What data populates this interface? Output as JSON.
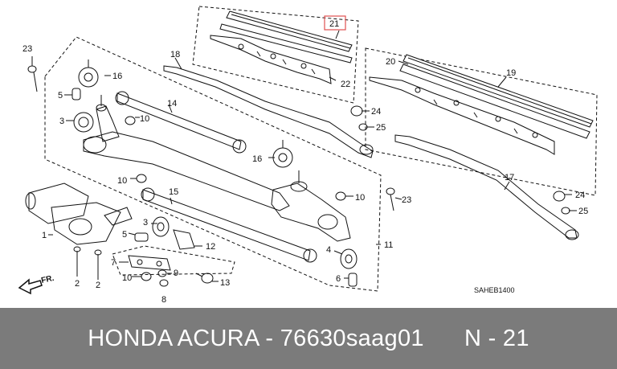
{
  "diagram": {
    "code": "SAHEB1400",
    "direction_label": "FR.",
    "callouts": {
      "c1": "1",
      "c2a": "2",
      "c2b": "2",
      "c3a": "3",
      "c3b": "3",
      "c4a": "4",
      "c5a": "5",
      "c5b": "5",
      "c6a": "6",
      "c7a": "7",
      "c8a": "8",
      "c9a": "9",
      "c10a": "10",
      "c10b": "10",
      "c10c": "10",
      "c10d": "10",
      "c11a": "11",
      "c12a": "12",
      "c13a": "13",
      "c14a": "14",
      "c15a": "15",
      "c16a": "16",
      "c16b": "16",
      "c17a": "17",
      "c18a": "18",
      "c19a": "19",
      "c20a": "20",
      "c21a": "21",
      "c22a": "22",
      "c23a": "23",
      "c23b": "23",
      "c24a": "24",
      "c24b": "24",
      "c25a": "25",
      "c25b": "25"
    }
  },
  "footer": {
    "brand": "HONDA ACURA",
    "separator": " - ",
    "part_number": "76630saag01",
    "ref_prefix": "N - ",
    "ref_number": "21"
  },
  "colors": {
    "footer_bg": "#7b7b7b",
    "highlight_box": "#e05050",
    "line": "#111111"
  }
}
